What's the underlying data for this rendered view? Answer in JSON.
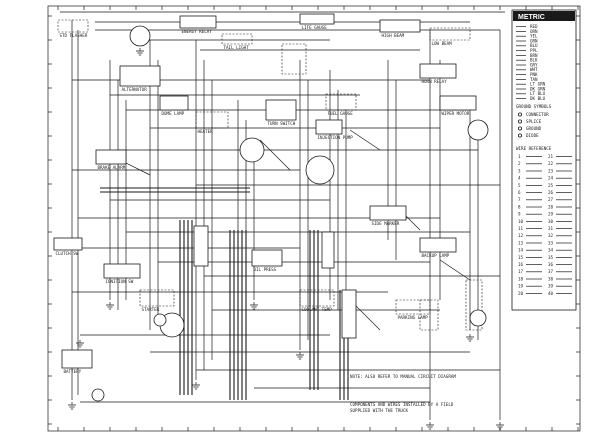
{
  "legend": {
    "title": "METRIC",
    "mm_rows": [
      "RED",
      "ORN",
      "YEL",
      "GRN",
      "BLU",
      "PPL",
      "BRN",
      "BLK",
      "GRY",
      "WHT",
      "PNK",
      "TAN",
      "LT GRN",
      "DK GRN",
      "LT BLU",
      "DK BLU"
    ],
    "symbols_title": "GROUND SYMBOLS",
    "notes": [
      "CONNECTOR",
      "SPLICE",
      "GROUND",
      "DIODE"
    ],
    "ref_title": "WIRE REFERENCE",
    "refs": [
      "1",
      "2",
      "3",
      "4",
      "5",
      "6",
      "7",
      "8",
      "9",
      "10",
      "11",
      "12",
      "13",
      "14",
      "15",
      "16",
      "17",
      "18",
      "19",
      "20",
      "21",
      "22",
      "23",
      "24",
      "25",
      "26",
      "27",
      "28",
      "29",
      "30",
      "31",
      "32",
      "33",
      "34",
      "35",
      "36",
      "37",
      "38",
      "39",
      "40"
    ]
  },
  "components": [
    {
      "id": "c1",
      "label": "STD FLASHER"
    },
    {
      "id": "c2",
      "label": "ENERGY RELAY"
    },
    {
      "id": "c3",
      "label": "LIFE GAUGE"
    },
    {
      "id": "c4",
      "label": "TAIL LIGHT"
    },
    {
      "id": "c5",
      "label": "ALTERNATOR"
    },
    {
      "id": "c6",
      "label": "HIGH BEAM"
    },
    {
      "id": "c7",
      "label": "LOW BEAM"
    },
    {
      "id": "c8",
      "label": "HORN RELAY"
    },
    {
      "id": "c9",
      "label": "TURN SWITCH"
    },
    {
      "id": "c10",
      "label": "FUEL GAUGE"
    },
    {
      "id": "c11",
      "label": "WIPER MOTOR"
    },
    {
      "id": "c12",
      "label": "BRAKE ALARM"
    },
    {
      "id": "c13",
      "label": "STARTER"
    },
    {
      "id": "c14",
      "label": "IGNITION SW"
    },
    {
      "id": "c15",
      "label": "OIL PRESS"
    },
    {
      "id": "c16",
      "label": "COOLANT TEMP"
    },
    {
      "id": "c17",
      "label": "BATTERY"
    },
    {
      "id": "c18",
      "label": "BACKUP LAMP"
    },
    {
      "id": "c19",
      "label": "HEATER"
    },
    {
      "id": "c20",
      "label": "DOME LAMP"
    },
    {
      "id": "c21",
      "label": "SIDE MARKER"
    },
    {
      "id": "c22",
      "label": "PARKING LAMP"
    },
    {
      "id": "c23",
      "label": "INJECTION PUMP"
    },
    {
      "id": "c24",
      "label": "CLUTCH SW"
    }
  ],
  "notes": {
    "n1": "NOTE: ALSO REFER TO MANUAL CIRCUIT DIAGRAM",
    "n2": "COMPONENTS AND WIRES INSTALLED BY A FIELD",
    "n3": "SUPPLIED WITH THE TRUCK"
  },
  "colors": {
    "ink": "#1a1a1a",
    "paper": "#ffffff",
    "title_bg": "#1a1a1a"
  }
}
